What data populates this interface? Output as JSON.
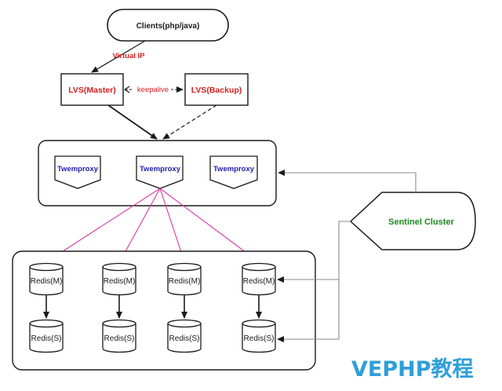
{
  "colors": {
    "stroke": "#1a1a1a",
    "lvs_text": "#d42020",
    "virtual_ip": "#d42020",
    "keepalive": "#d42020",
    "twemproxy_text": "#2222aa",
    "sentinel_text": "#1f8a1f",
    "pink_arrow": "#d63aa6",
    "gray_line": "#8a8a8a",
    "watermark": "#2f9fd8"
  },
  "clients": {
    "label": "Clients(php/java)"
  },
  "virtual_ip": {
    "label": "Virtual IP"
  },
  "lvs": {
    "master": "LVS(Master)",
    "backup": "LVS(Backup)",
    "link_label": "keepalive"
  },
  "proxy_group": {
    "proxies": [
      {
        "label": "Twemproxy"
      },
      {
        "label": "Twemproxy"
      },
      {
        "label": "Twemproxy"
      }
    ]
  },
  "sentinel": {
    "label": "Sentinel Cluster"
  },
  "redis_group": {
    "masters": [
      {
        "label": "Redis(M)"
      },
      {
        "label": "Redis(M)"
      },
      {
        "label": "Redis(M)"
      },
      {
        "label": "Redis(M)"
      }
    ],
    "slaves": [
      {
        "label": "Redis(S)"
      },
      {
        "label": "Redis(S)"
      },
      {
        "label": "Redis(S)"
      },
      {
        "label": "Redis(S)"
      }
    ]
  },
  "watermark": {
    "text": "VEPHP教程"
  }
}
